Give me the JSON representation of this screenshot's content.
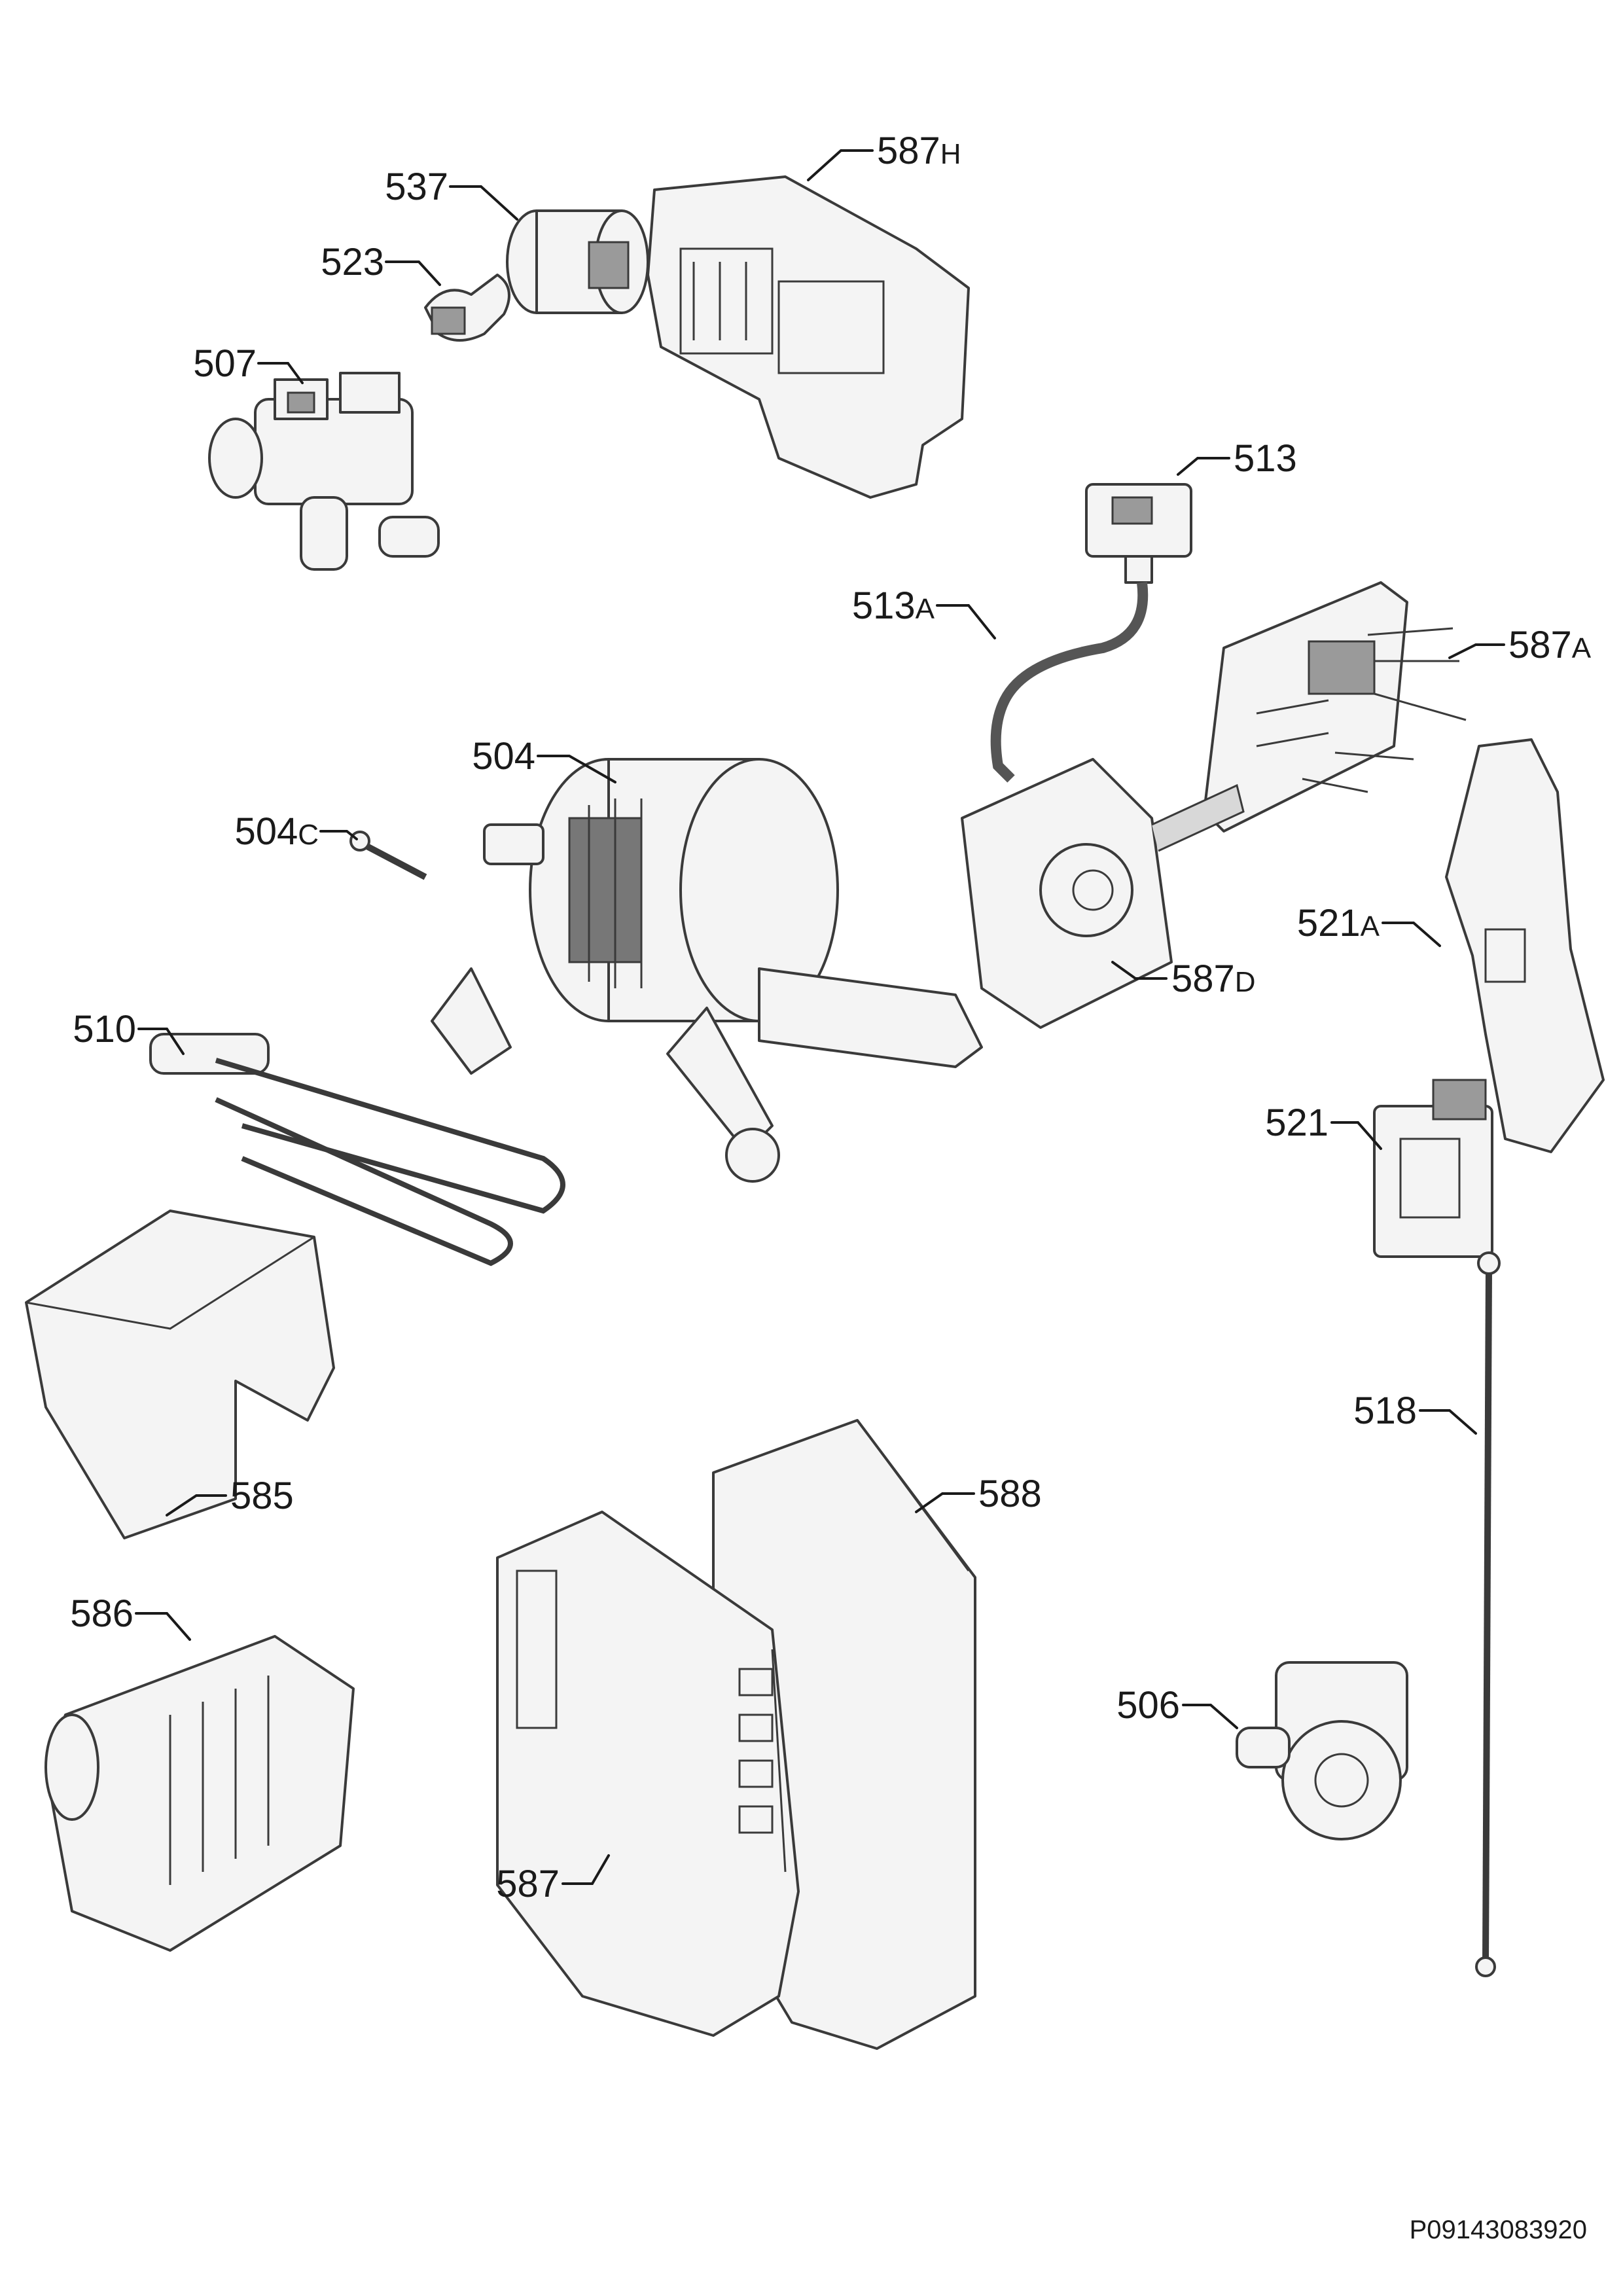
{
  "drawing_code": "P09143083920",
  "labels": [
    {
      "id": "537",
      "num": "537",
      "sfx": ""
    },
    {
      "id": "523",
      "num": "523",
      "sfx": ""
    },
    {
      "id": "507",
      "num": "507",
      "sfx": ""
    },
    {
      "id": "587H",
      "num": "587",
      "sfx": "H"
    },
    {
      "id": "513",
      "num": "513",
      "sfx": ""
    },
    {
      "id": "513A",
      "num": "513",
      "sfx": "A"
    },
    {
      "id": "587A",
      "num": "587",
      "sfx": "A"
    },
    {
      "id": "504",
      "num": "504",
      "sfx": ""
    },
    {
      "id": "504C",
      "num": "504",
      "sfx": "C"
    },
    {
      "id": "510",
      "num": "510",
      "sfx": ""
    },
    {
      "id": "587D",
      "num": "587",
      "sfx": "D"
    },
    {
      "id": "521A",
      "num": "521",
      "sfx": "A"
    },
    {
      "id": "521",
      "num": "521",
      "sfx": ""
    },
    {
      "id": "518",
      "num": "518",
      "sfx": ""
    },
    {
      "id": "585",
      "num": "585",
      "sfx": ""
    },
    {
      "id": "588",
      "num": "588",
      "sfx": ""
    },
    {
      "id": "586",
      "num": "586",
      "sfx": ""
    },
    {
      "id": "506",
      "num": "506",
      "sfx": ""
    },
    {
      "id": "587",
      "num": "587",
      "sfx": ""
    }
  ]
}
